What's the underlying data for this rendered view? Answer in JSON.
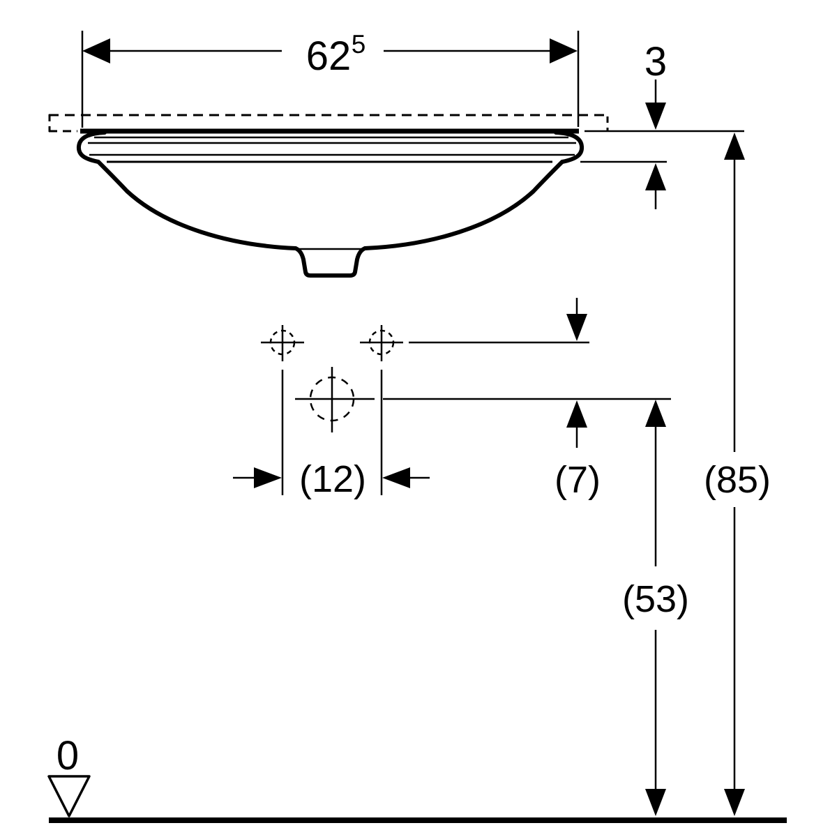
{
  "diagram": {
    "type": "technical-dimension-drawing",
    "labels": {
      "width_main": "62",
      "width_sup": "5",
      "counter_thickness": "3",
      "tap_hole_spacing": "(12)",
      "drain_offset": "(7)",
      "overall_height": "(85)",
      "drain_height": "(53)",
      "datum_zero": "0"
    },
    "colors": {
      "line": "#000000",
      "background": "#ffffff"
    }
  }
}
